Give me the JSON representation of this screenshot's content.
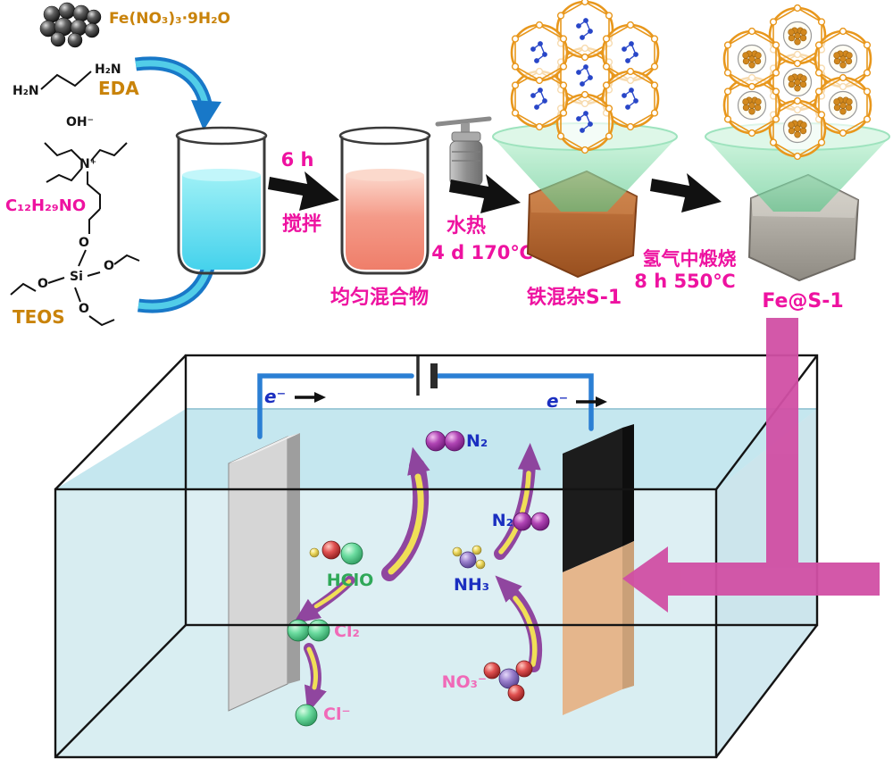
{
  "reagents": {
    "fe_nitrate": "Fe(NO₃)₃·9H₂O",
    "h2n": "H₂N",
    "nh2": "H₂N",
    "eda_label": "EDA",
    "oh_minus": "OH⁻",
    "n_plus": "N⁺",
    "tpaoh_formula": "C₁₂H₂₉NO",
    "o": "O",
    "si": "Si",
    "teos_label": "TEOS"
  },
  "steps": {
    "step1_time": "6 h",
    "step1_name": "搅拌",
    "step2_name": "水热",
    "step2_cond": "4 d 170℃",
    "step3_name": "氢气中煅烧",
    "step3_cond": "8 h 550℃"
  },
  "products": {
    "mixture": "均匀混合物",
    "fe_zeolite": "铁混杂S-1",
    "fe_at_s1": "Fe@S-1"
  },
  "cell": {
    "electron_left": "e⁻",
    "electron_right": "e⁻",
    "n2_top": "N₂",
    "n2_right": "N₂",
    "hclo": "HClO",
    "nh3": "NH₃",
    "cl2": "Cl₂",
    "cl_minus": "Cl⁻",
    "no3_minus": "NO₃⁻"
  },
  "colors": {
    "accent_magenta": "#ee12a0",
    "accent_orange": "#c9830a",
    "label_blue": "#1b2fc0",
    "label_green": "#2fa858",
    "label_pink": "#f06ab8",
    "wire_blue": "#2b7fd4",
    "feed_arrow_magenta": "#d14fa4",
    "ribbon_purple": "#8a3898",
    "ribbon_yellow": "#f2de4a",
    "water_blue": "#d8edf2"
  }
}
